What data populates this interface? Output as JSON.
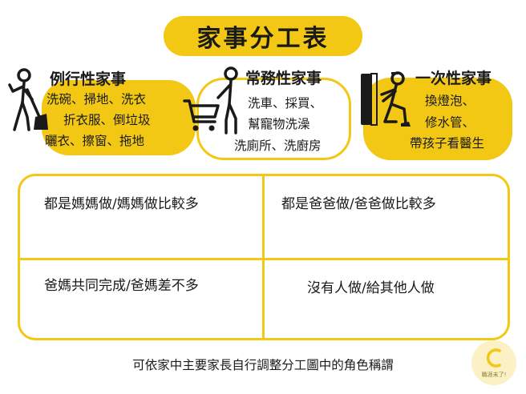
{
  "title": "家事分工表",
  "categories": [
    {
      "title": "例行性家事",
      "lines": [
        "洗碗、掃地、洗衣",
        "折衣服、倒垃圾",
        "曬衣、擦窗、拖地"
      ]
    },
    {
      "title": "常務性家事",
      "lines": [
        "洗車、採買、",
        "幫寵物洗澡",
        "洗廁所、洗廚房"
      ]
    },
    {
      "title": "一次性家事",
      "lines": [
        "換燈泡、",
        "修水管、",
        "帶孩子看醫生"
      ]
    }
  ],
  "grid": {
    "cells": [
      "都是媽媽做/媽媽做比較多",
      "都是爸爸做/爸爸做比較多",
      "爸媽共同完成/爸媽差不多",
      "沒有人做/給其他人做"
    ]
  },
  "footer": "可依家中主要家長自行調整分工圖中的角色稱謂",
  "logo": {
    "text": "職涯未了!"
  },
  "icons": [
    "person-sweeping-icon",
    "person-shopping-cart-icon",
    "person-kneeling-repair-icon"
  ],
  "colors": {
    "accent": "#F2C815",
    "text": "#1a1a1a",
    "background": "#ffffff"
  }
}
